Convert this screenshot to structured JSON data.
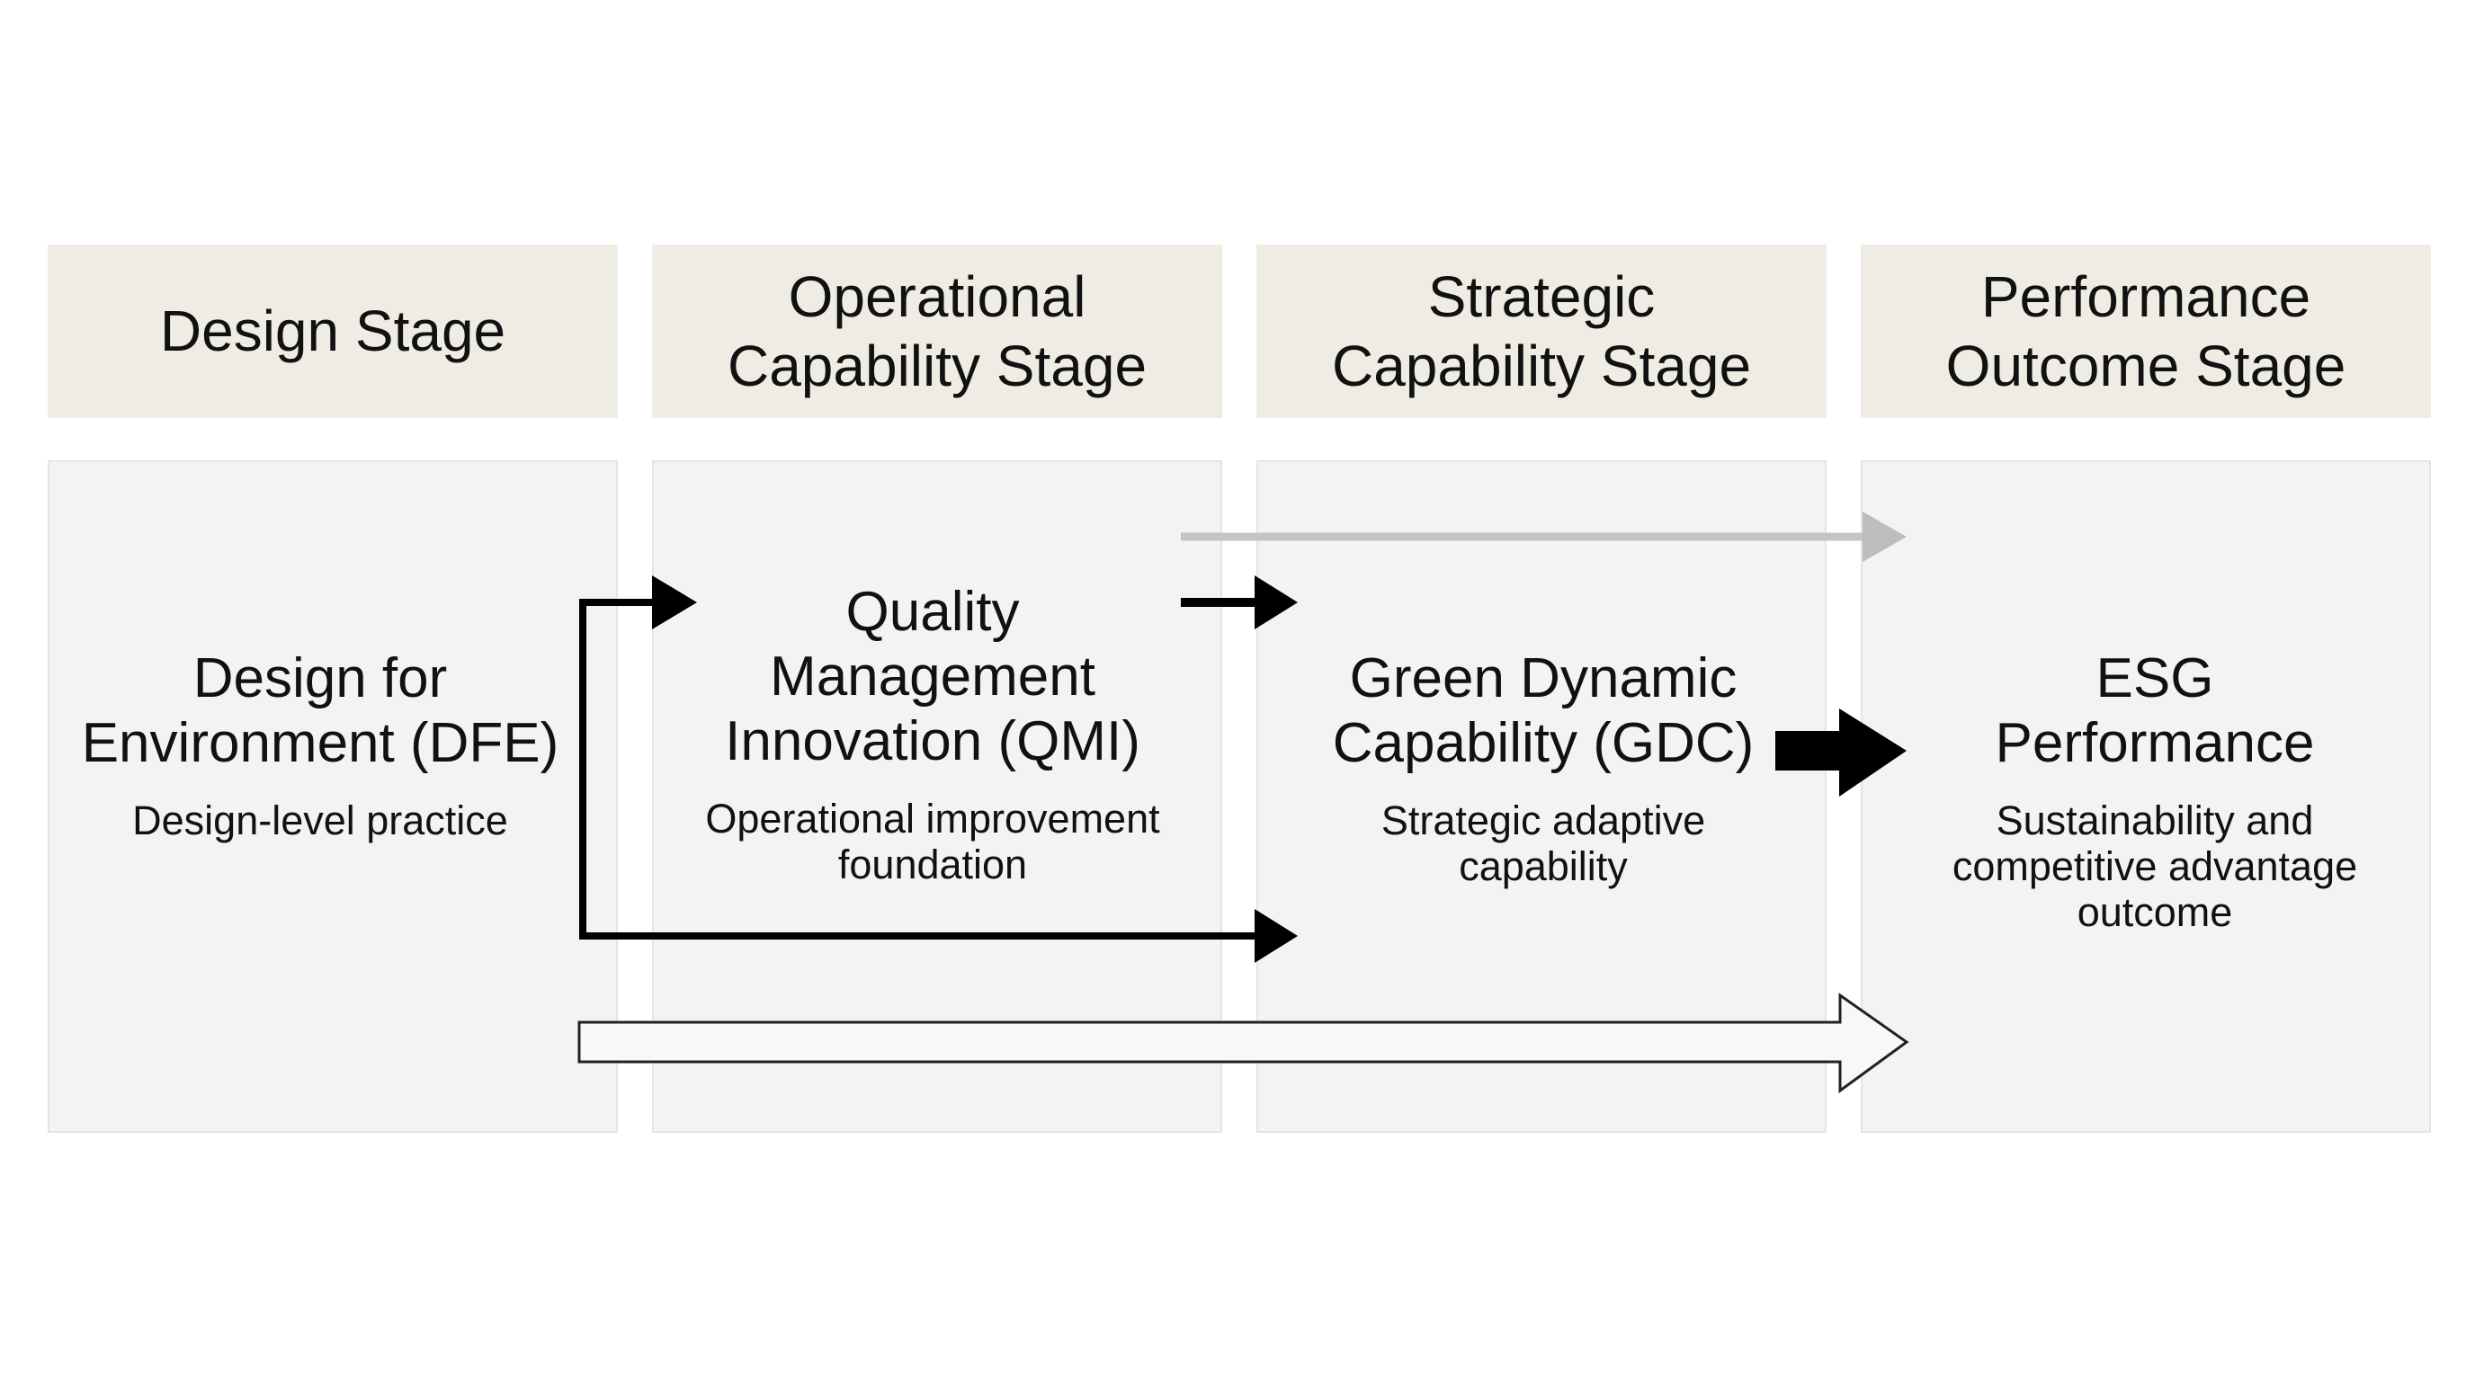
{
  "stages": [
    {
      "header": "Design Stage",
      "title": "Design for Environment (DFE)",
      "subtitle": "Design-level practice"
    },
    {
      "header": "Operational Capability Stage",
      "title": "Quality Management Innovation (QMI)",
      "subtitle": "Operational improvement foundation"
    },
    {
      "header": "Strategic Capability Stage",
      "title": "Green Dynamic Capability (GDC)",
      "subtitle": "Strategic adaptive capability"
    },
    {
      "header": "Performance Outcome Stage",
      "title": "ESG Performance",
      "subtitle": "Sustainability and competitive advantage outcome"
    }
  ],
  "header_lines": [
    [
      "Design Stage"
    ],
    [
      "Operational",
      "Capability Stage"
    ],
    [
      "Strategic",
      "Capability Stage"
    ],
    [
      "Performance",
      "Outcome Stage"
    ]
  ],
  "title_lines": [
    [
      "Design for",
      "Environment (DFE)"
    ],
    [
      "Quality",
      "Management",
      "Innovation (QMI)"
    ],
    [
      "Green Dynamic",
      "Capability (GDC)"
    ],
    [
      "ESG",
      "Performance"
    ]
  ],
  "subtitle_lines": [
    [
      "Design-level practice"
    ],
    [
      "Operational improvement",
      "foundation"
    ],
    [
      "Strategic adaptive",
      "capability"
    ],
    [
      "Sustainability and",
      "competitive advantage",
      "outcome"
    ]
  ],
  "colors": {
    "header_bg": "#efede3",
    "card_bg": "#f3f3f3",
    "arrow_black": "#000000",
    "arrow_gray": "#bdbdbd"
  }
}
